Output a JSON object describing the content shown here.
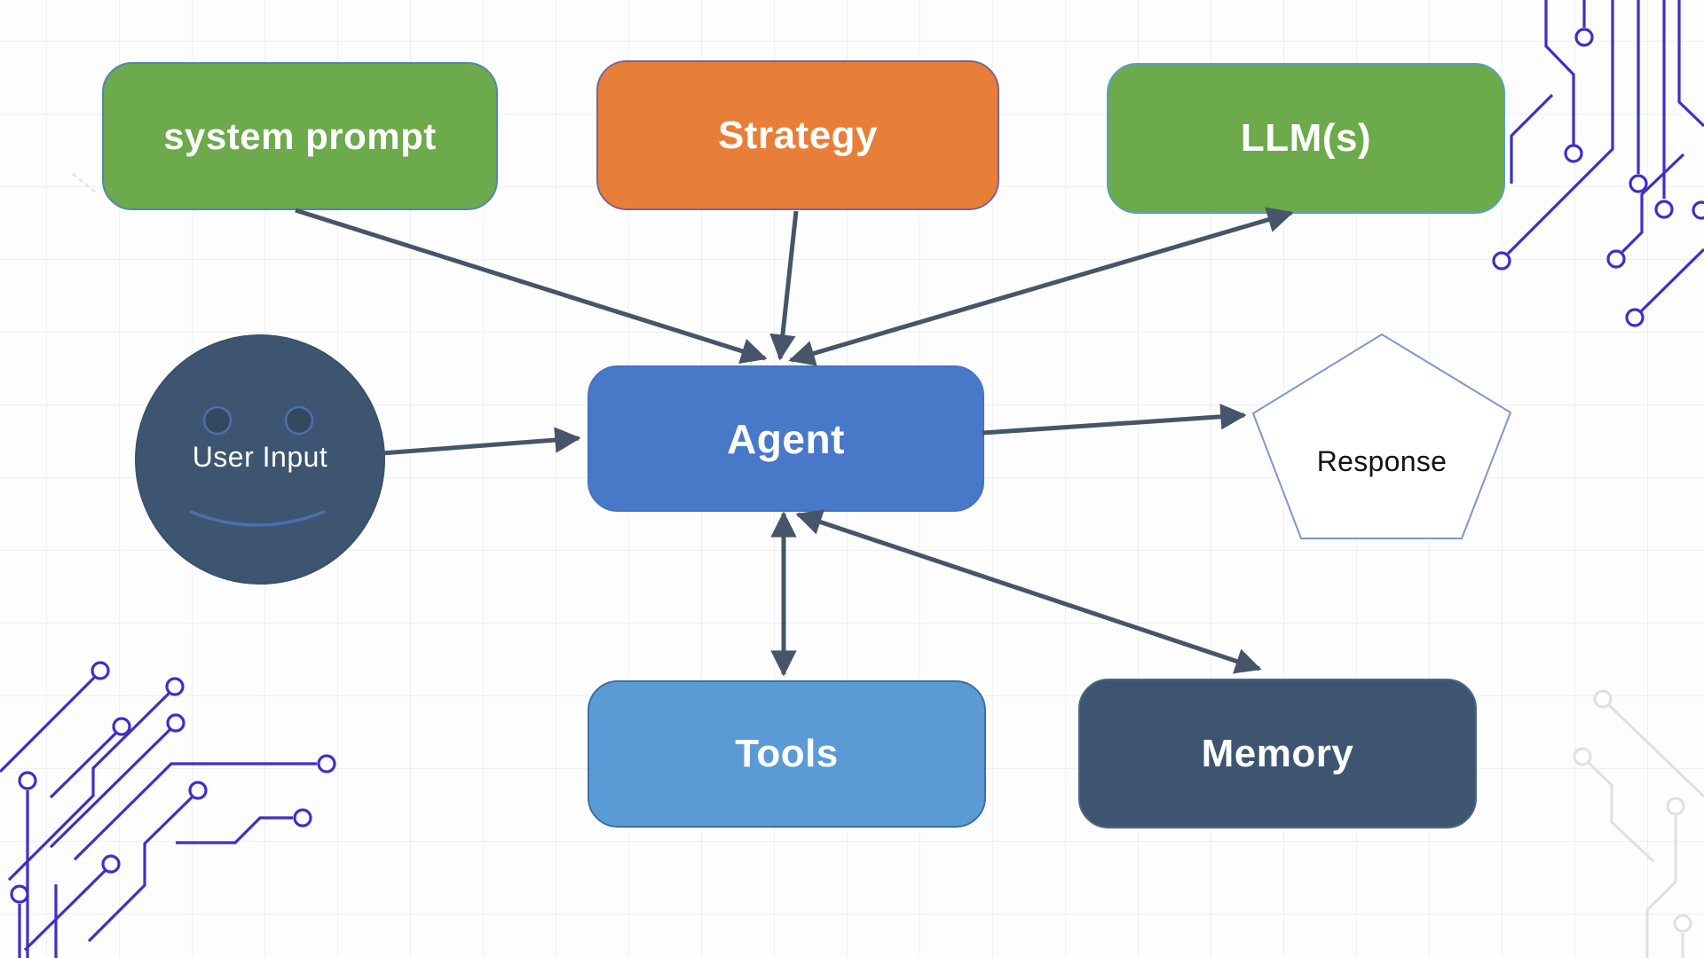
{
  "diagram": {
    "nodes": {
      "system_prompt": {
        "label": "system prompt",
        "shape": "rounded-rectangle",
        "fill": "#6caa4b",
        "text_color": "#ffffff"
      },
      "strategy": {
        "label": "Strategy",
        "shape": "rounded-rectangle",
        "fill": "#e87f38",
        "text_color": "#ffffff"
      },
      "llm": {
        "label": "LLM(s)",
        "shape": "rounded-rectangle",
        "fill": "#6caa4b",
        "text_color": "#ffffff"
      },
      "user_input": {
        "label": "User Input",
        "shape": "smiley-face-circle",
        "fill": "#3d5570",
        "text_color": "#ffffff"
      },
      "agent": {
        "label": "Agent",
        "shape": "rounded-rectangle",
        "fill": "#4878c8",
        "text_color": "#ffffff"
      },
      "response": {
        "label": "Response",
        "shape": "pentagon",
        "fill": "#ffffff",
        "text_color": "#141414"
      },
      "tools": {
        "label": "Tools",
        "shape": "rounded-rectangle",
        "fill": "#5b9bd5",
        "text_color": "#ffffff"
      },
      "memory": {
        "label": "Memory",
        "shape": "rounded-rectangle",
        "fill": "#3d5570",
        "text_color": "#ffffff"
      }
    },
    "edges": [
      {
        "from": "system prompt",
        "to": "Agent",
        "direction": "one-way"
      },
      {
        "from": "Strategy",
        "to": "Agent",
        "direction": "one-way"
      },
      {
        "from": "LLM(s)",
        "to": "Agent",
        "direction": "two-way"
      },
      {
        "from": "User Input",
        "to": "Agent",
        "direction": "one-way"
      },
      {
        "from": "Agent",
        "to": "Response",
        "direction": "one-way"
      },
      {
        "from": "Agent",
        "to": "Tools",
        "direction": "two-way"
      },
      {
        "from": "Agent",
        "to": "Memory",
        "direction": "two-way"
      }
    ],
    "colors": {
      "arrow": "#465569",
      "circuit_accent": "#3d30c6",
      "circuit_faded": "#e4e4e8",
      "pentagon_border": "#7e97cc",
      "grid_line": "#e1e5ec",
      "background": "#fdfdfd"
    }
  }
}
